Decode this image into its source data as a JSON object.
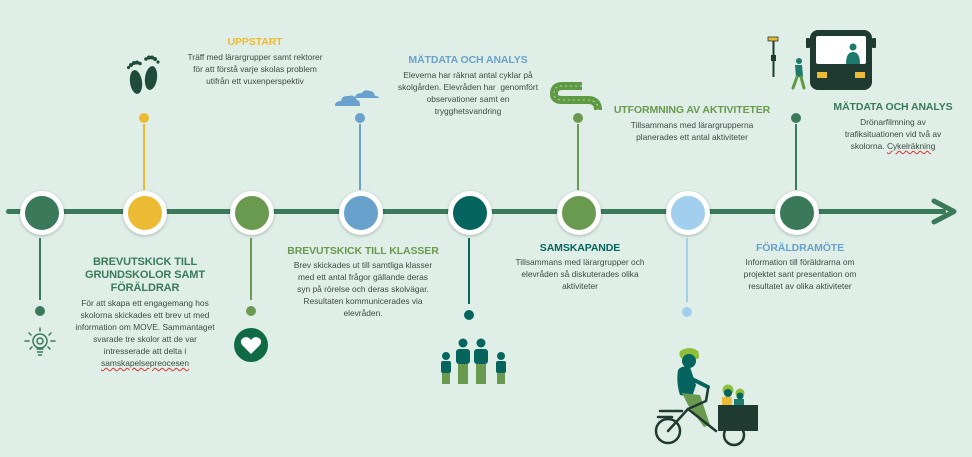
{
  "colors": {
    "background": "#dfefe7",
    "axis": "#3a7a5a",
    "dark_green": "#3a7a5a",
    "yellow": "#edbb33",
    "leaf_green": "#6a9a4f",
    "blue": "#68a2cc",
    "teal": "#05645e",
    "light_blue": "#a3cfee",
    "text": "#3e4a45"
  },
  "timeline": {
    "milestones": [
      {
        "id": "uppstart",
        "position": "above",
        "color": "#edbb33",
        "icon": "footprints-icon",
        "title": "UPPSTART",
        "lines": [
          "Träff med lärargrupper samt rektorer",
          "för att förstå varje skolas problem",
          "utifrån ett vuxenperspektiv"
        ]
      },
      {
        "id": "brevutskick-grundskolor",
        "position": "below",
        "color": "#3a7a5a",
        "icon": "lightbulb-icon",
        "title_lines": [
          "BREVUTSKICK TILL",
          "GRUNDSKOLOR SAMT",
          "FÖRÄLDRAR"
        ],
        "lines": [
          "För att skapa ett engagemang hos",
          "skolorna skickades ett brev ut med",
          "information om MOVE. Sammantaget",
          "svarade tre skolor att de var",
          "intresserade att delta i",
          "samskapelsepreocesen"
        ]
      },
      {
        "id": "brevutskick-klasser",
        "position": "below",
        "color": "#6a9a4f",
        "icon": "heart-icon",
        "title": "BREVUTSKICK TILL KLASSER",
        "lines": [
          "Brev skickades ut till samtliga klasser",
          "med ett antal frågor gällande deras",
          "syn på rörelse och deras skolvägar.",
          "Resultaten kommunicerades via",
          "elevråden."
        ]
      },
      {
        "id": "matdata-1",
        "position": "above",
        "color": "#68a2cc",
        "icon": "clouds-icon",
        "title": "MÄTDATA OCH ANALYS",
        "lines": [
          "Eleverna har räknat antal cyklar på",
          "skolgården. Elevråden har  genomfört",
          "observationer samt en",
          "trygghetsvandring"
        ]
      },
      {
        "id": "samskapande",
        "position": "below",
        "color": "#05645e",
        "icon": "family-icon",
        "title": "SAMSKAPANDE",
        "lines": [
          "Tillsammans med lärargrupper och",
          "elevråden så diskuterades olika",
          "aktiviteter"
        ]
      },
      {
        "id": "utformning",
        "position": "above",
        "color": "#6a9a4f",
        "icon": "road-icon",
        "title": "UTFORMNING AV AKTIVITETER",
        "lines": [
          "Tillsammans med lärargrupperna",
          "planerades ett antal aktiviteter"
        ]
      },
      {
        "id": "foraldramote",
        "position": "below",
        "color": "#a3cfee",
        "icon": "cargo-bike-icon",
        "title": "FÖRÄLDRAMÖTE",
        "lines": [
          "Information till föräldrarna om",
          "projektet sant presentation om",
          "resultatet av olika aktiviteter"
        ]
      },
      {
        "id": "matdata-2",
        "position": "above",
        "color": "#3a7a5a",
        "icon": "bus-icon",
        "title": "MÄTDATA OCH ANALYS",
        "lines": [
          "Drönarfilmning av",
          "trafiksituationen vid två av",
          "skolorna. Cykelräkning"
        ]
      }
    ]
  }
}
